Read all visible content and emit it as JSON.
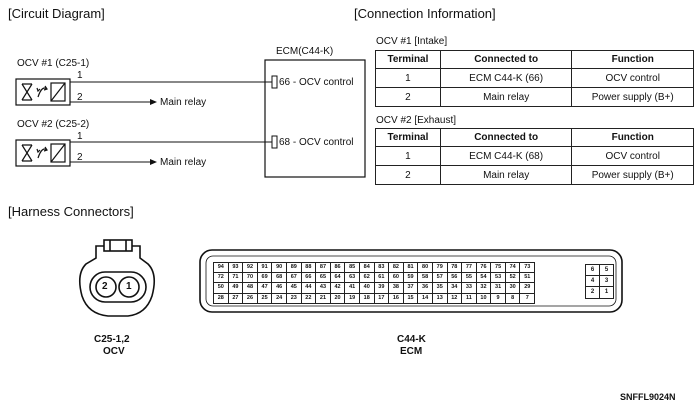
{
  "headings": {
    "circuit": "[Circuit Diagram]",
    "connection": "[Connection Information]",
    "harness": "[Harness Connectors]"
  },
  "circuit": {
    "ocv1_label": "OCV #1 (C25-1)",
    "ocv2_label": "OCV #2 (C25-2)",
    "pin1": "1",
    "pin2": "2",
    "main_relay": "Main relay",
    "ecm_label": "ECM(C44-K)",
    "ecm_term1": "66 - OCV control",
    "ecm_term2": "68 - OCV control"
  },
  "connection": {
    "table1_title": "OCV #1 [Intake]",
    "table2_title": "OCV #2 [Exhaust]",
    "headers": [
      "Terminal",
      "Connected to",
      "Function"
    ],
    "table1_rows": [
      [
        "1",
        "ECM C44-K (66)",
        "OCV control"
      ],
      [
        "2",
        "Main relay",
        "Power supply (B+)"
      ]
    ],
    "table2_rows": [
      [
        "1",
        "ECM C44-K (68)",
        "OCV control"
      ],
      [
        "2",
        "Main relay",
        "Power supply (B+)"
      ]
    ]
  },
  "harness": {
    "ocv_pin_left": "2",
    "ocv_pin_right": "1",
    "ocv_caption_1": "C25-1,2",
    "ocv_caption_2": "OCV",
    "ecm_caption_1": "C44-K",
    "ecm_caption_2": "ECM",
    "ecm_main_rows": [
      [
        "94",
        "93",
        "92",
        "91",
        "90",
        "89",
        "88",
        "87",
        "86",
        "85",
        "84",
        "83",
        "82",
        "81",
        "80",
        "79",
        "78",
        "77",
        "76",
        "75",
        "74",
        "73"
      ],
      [
        "72",
        "71",
        "70",
        "69",
        "68",
        "67",
        "66",
        "65",
        "64",
        "63",
        "62",
        "61",
        "60",
        "59",
        "58",
        "57",
        "56",
        "55",
        "54",
        "53",
        "52",
        "51"
      ],
      [
        "50",
        "49",
        "48",
        "47",
        "46",
        "45",
        "44",
        "43",
        "42",
        "41",
        "40",
        "39",
        "38",
        "37",
        "36",
        "35",
        "34",
        "33",
        "32",
        "31",
        "30",
        "29"
      ],
      [
        "28",
        "27",
        "26",
        "25",
        "24",
        "23",
        "22",
        "21",
        "20",
        "19",
        "18",
        "17",
        "16",
        "15",
        "14",
        "13",
        "12",
        "11",
        "10",
        "9",
        "8",
        "7"
      ]
    ],
    "ecm_side_rows": [
      [
        "6",
        "5"
      ],
      [
        "4",
        "3"
      ],
      [
        "2",
        "1"
      ]
    ]
  },
  "figure_code": "SNFFL9024N"
}
